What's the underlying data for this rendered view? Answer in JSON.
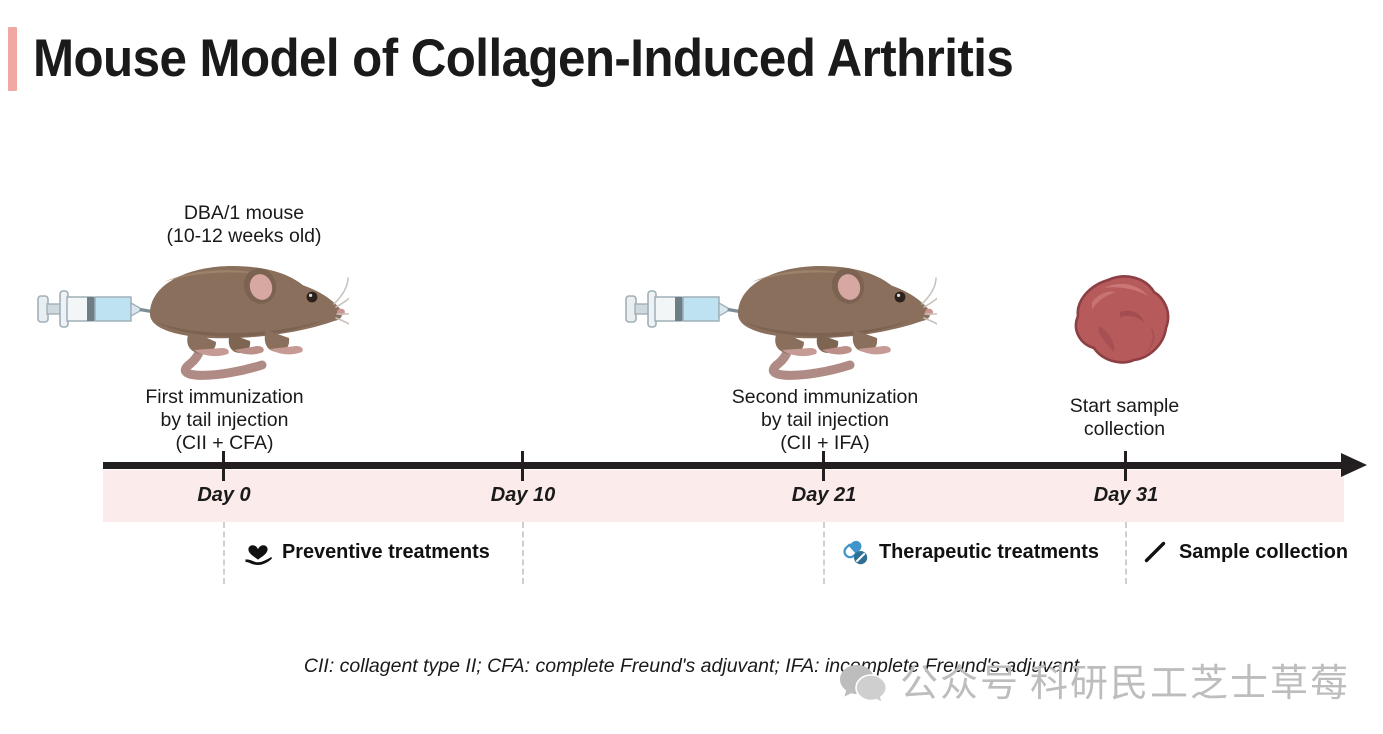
{
  "title": "Mouse Model of Collagen-Induced Arthritis",
  "accent_color": "#efa8a4",
  "timeline": {
    "band_color": "#fbeceb",
    "axis_color": "#231f20",
    "ticks": [
      {
        "label": "Day 0",
        "day": 0
      },
      {
        "label": "Day 10",
        "day": 10
      },
      {
        "label": "Day 21",
        "day": 21
      },
      {
        "label": "Day 31",
        "day": 31
      }
    ]
  },
  "events": [
    {
      "id": "first-immunization",
      "animal_caption": "DBA/1 mouse\n(10-12 weeks old)",
      "caption": "First immunization\nby tail injection\n(CII + CFA)",
      "icon": "mouse-with-syringe"
    },
    {
      "id": "second-immunization",
      "caption": "Second immunization\nby tail injection\n(CII + IFA)",
      "icon": "mouse-with-syringe"
    },
    {
      "id": "sample-collection",
      "caption": "Start sample\ncollection",
      "icon": "tissue-blob"
    }
  ],
  "legend": [
    {
      "id": "preventive",
      "label": "Preventive treatments",
      "icon": "hand-holding-heart-icon",
      "color": "#111111"
    },
    {
      "id": "therapeutic",
      "label": "Therapeutic treatments",
      "icon": "pills-icon",
      "color": "#3f94cc"
    },
    {
      "id": "collection",
      "label": "Sample collection",
      "icon": "needle-slash-icon",
      "color": "#111111"
    }
  ],
  "footnote": "CII: collagent type II; CFA: complete Freund's adjuvant; IFA: incomplete Freund's adjuvant",
  "watermark": {
    "prefix": "公众号",
    "name": "科研民工芝士草莓",
    "icon": "wechat-bubbles-icon",
    "color": "#bdbdbd"
  }
}
